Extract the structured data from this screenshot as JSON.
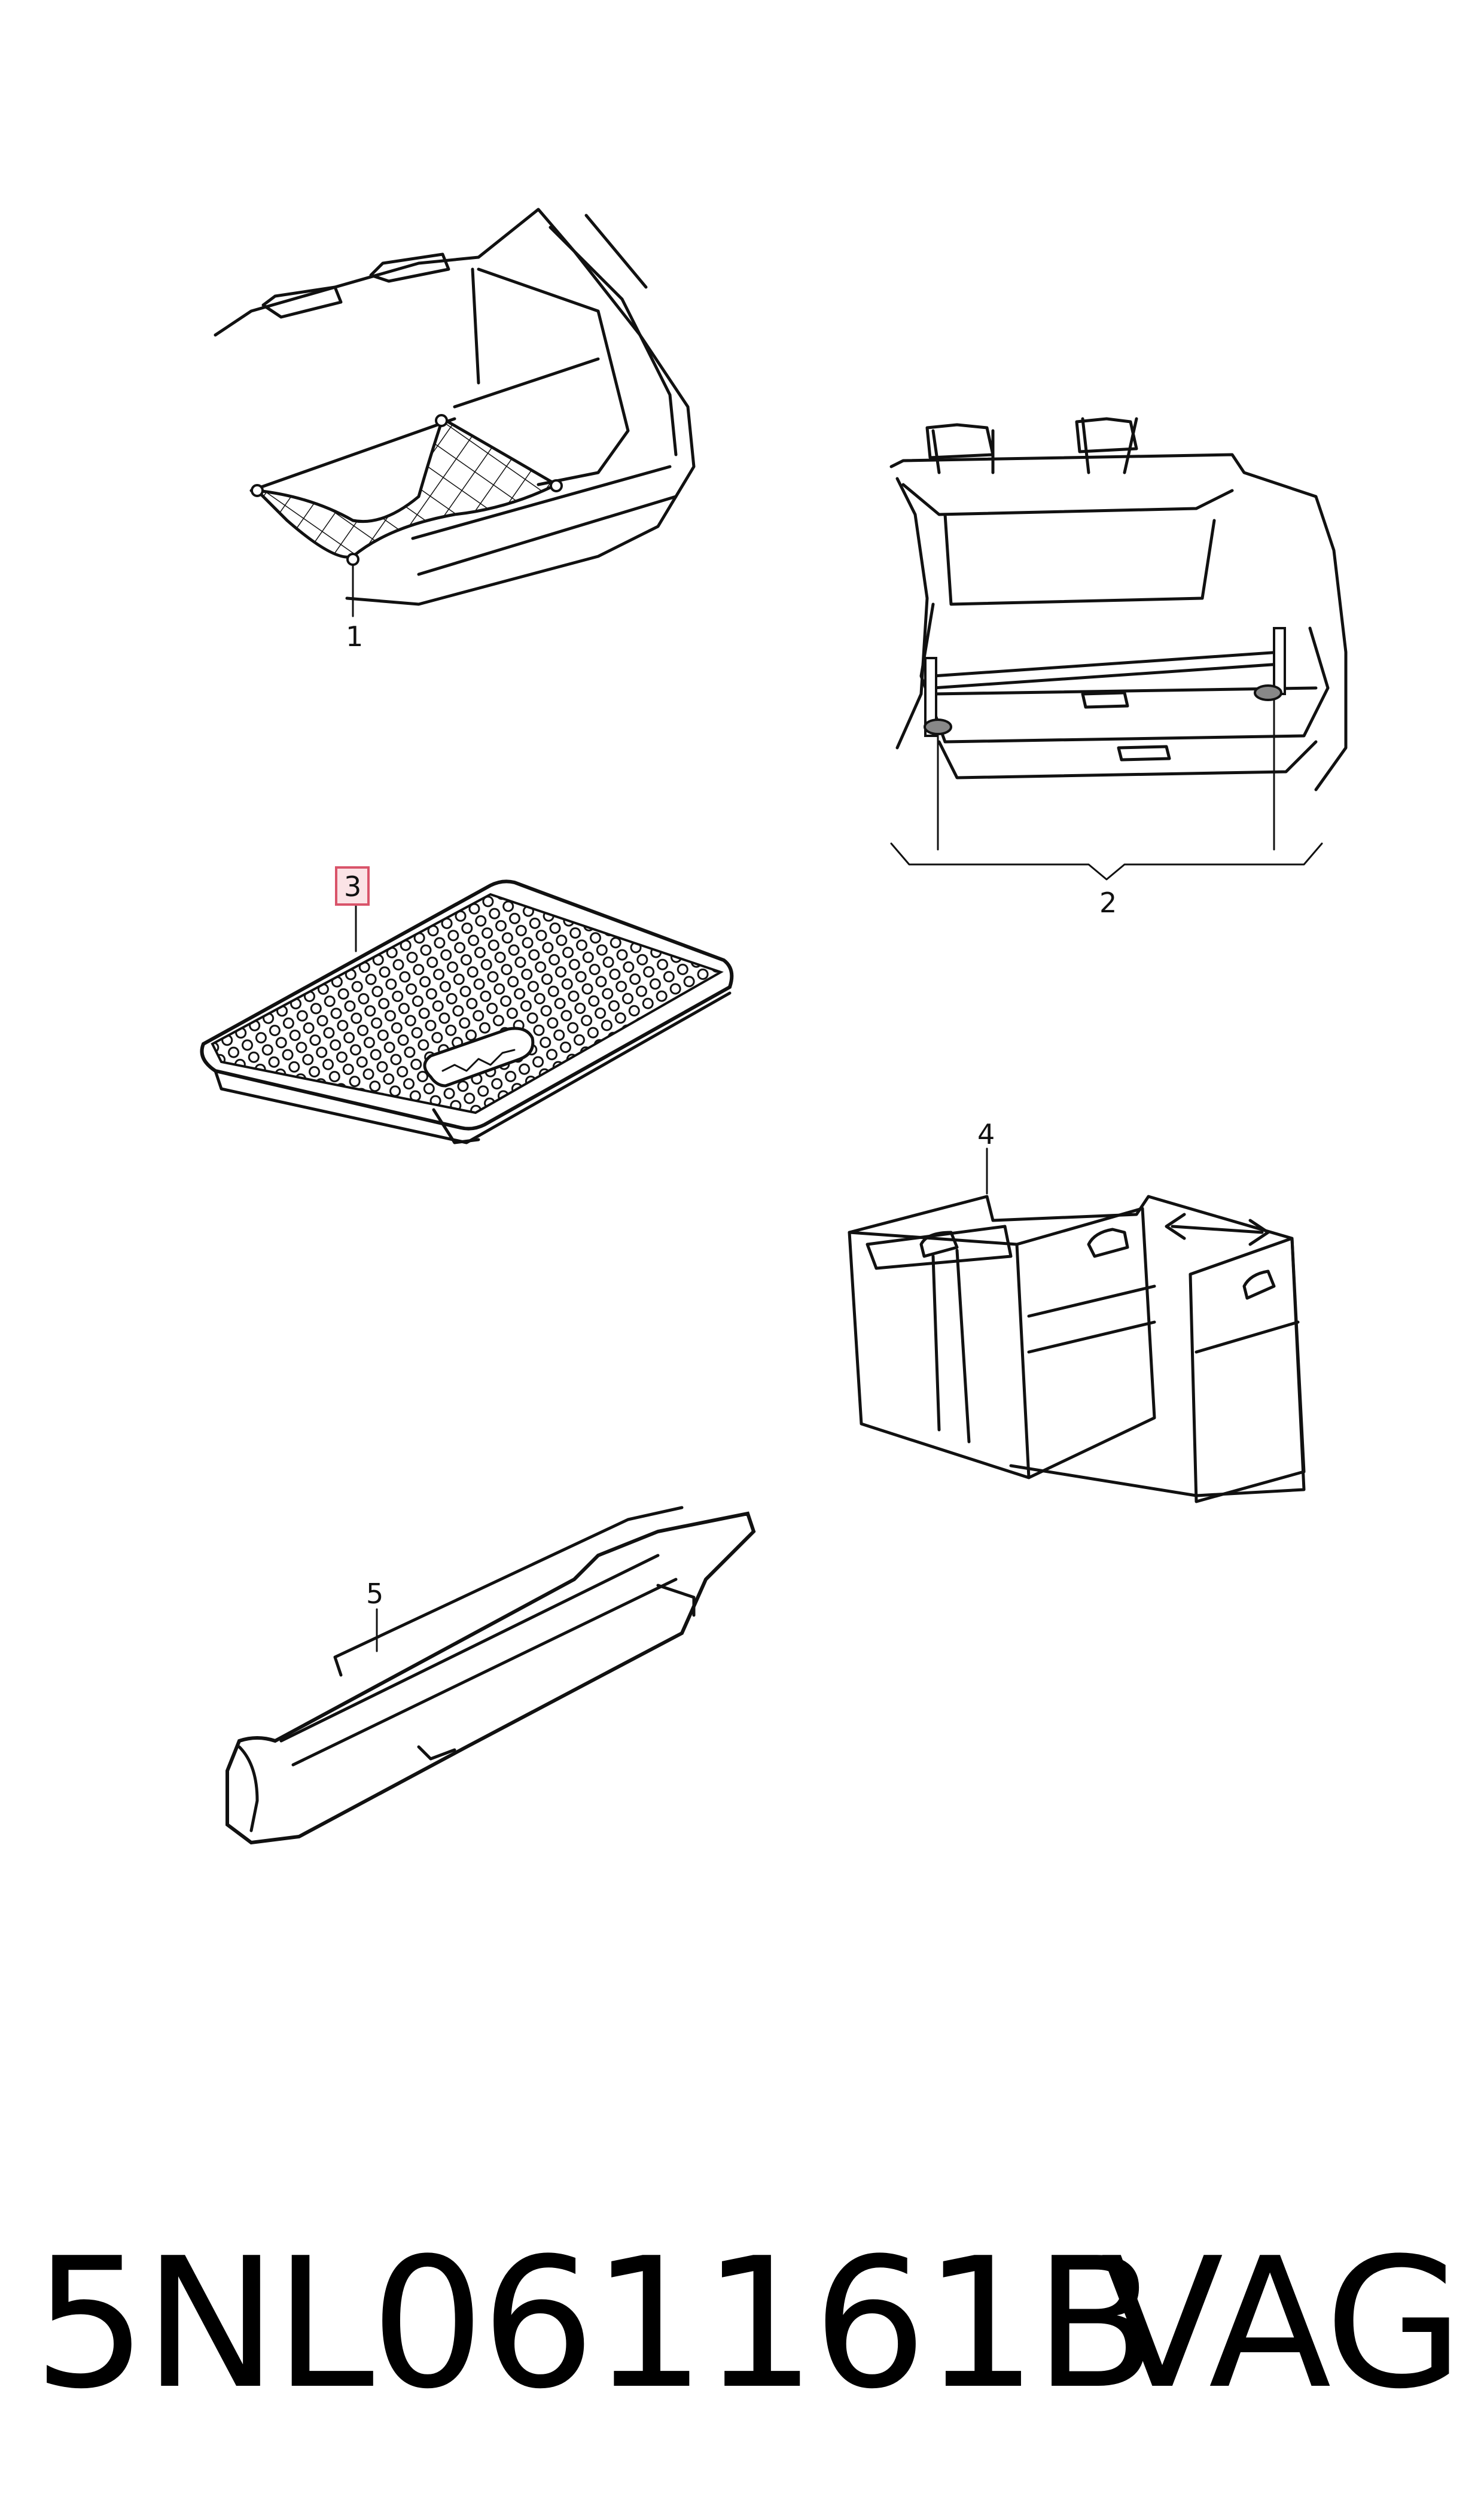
{
  "callouts": {
    "c1": "1",
    "c2": "2",
    "c3": "3",
    "c4": "4",
    "c5": "5"
  },
  "footer": {
    "part_number": "5NL061161B",
    "brand": "VAG"
  },
  "colors": {
    "line": "#111111",
    "highlight_fill": "#fbe3e6",
    "highlight_stroke": "#d9546a"
  },
  "icons": {
    "arrow": "double-headed-arrow-icon"
  }
}
